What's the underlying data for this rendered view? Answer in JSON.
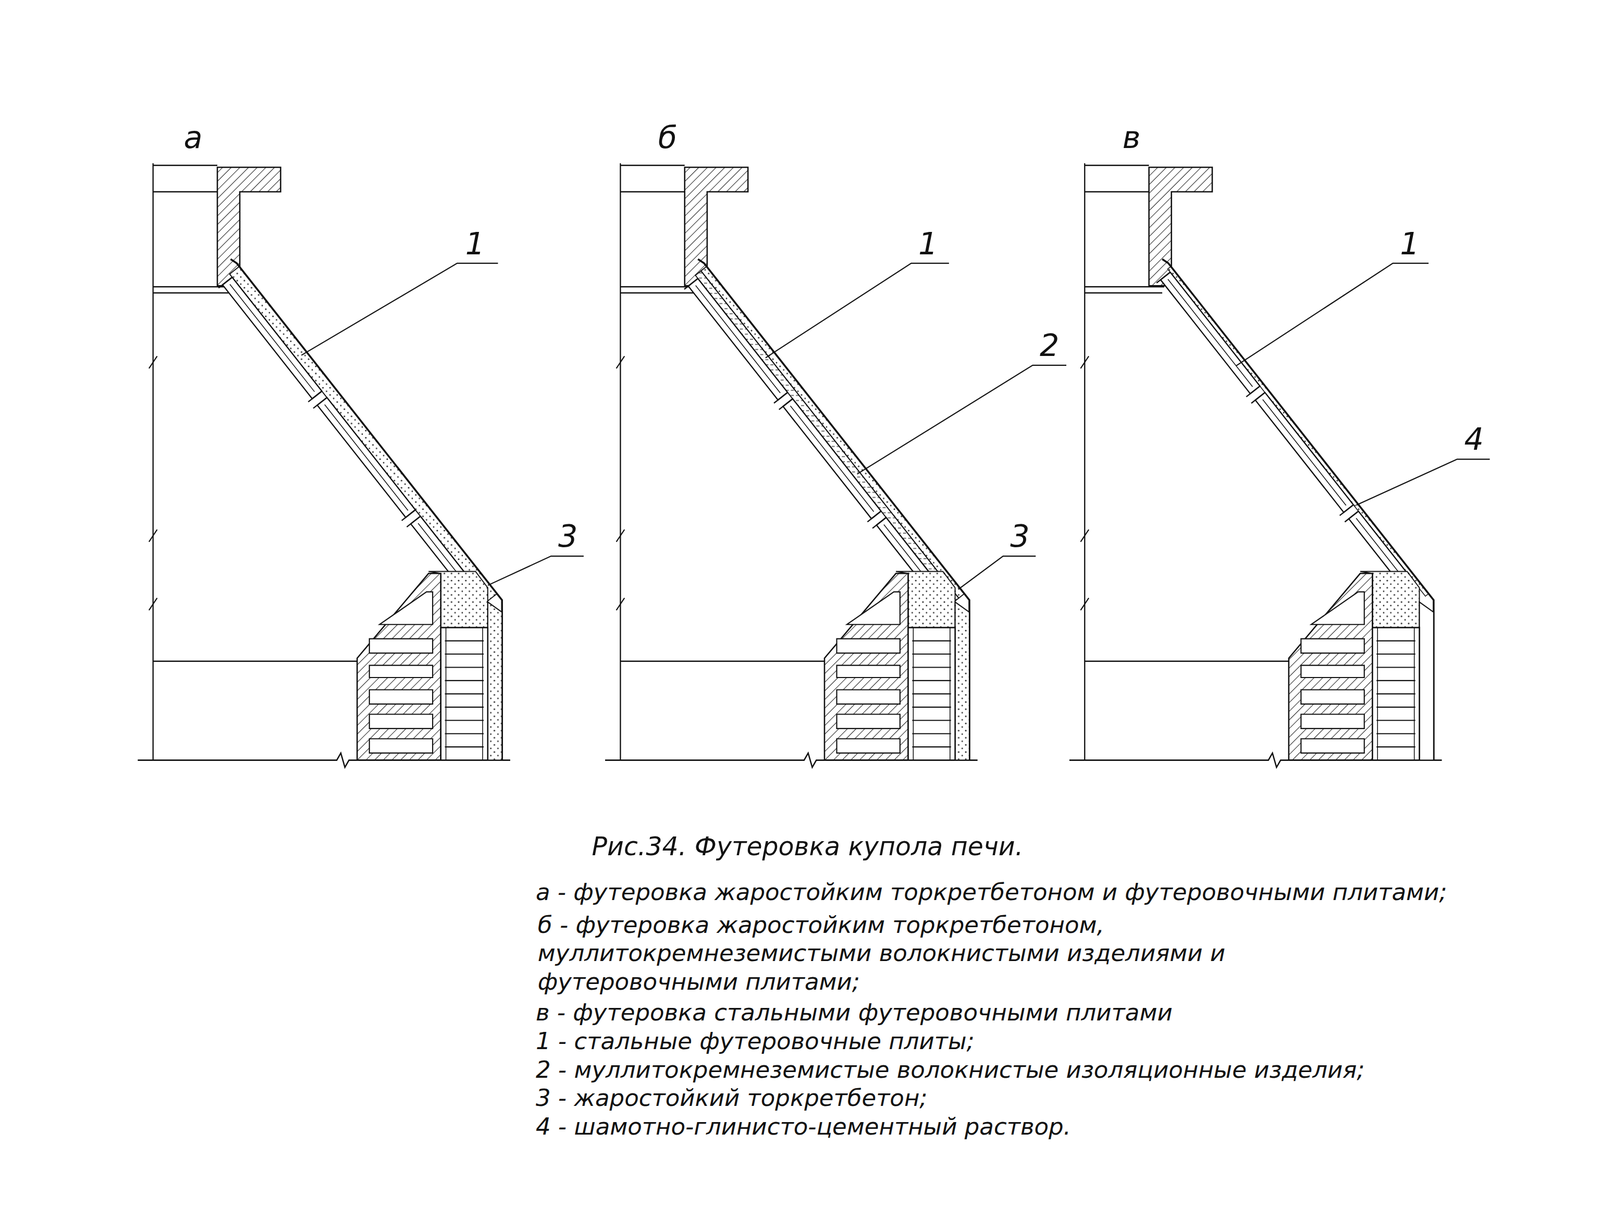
{
  "diagram": {
    "caption": "Рис.34. Футеровка купола печи.",
    "labels": [
      "а",
      "1",
      "3",
      "б",
      "1",
      "2",
      "3",
      "в",
      "1",
      "4",
      "а - футеровка жаростойким торкретбетоном и футеровочными плитами;",
      "б - футеровка жаростойким торкретбетоном, муллитокремнеземистыми волокнистыми изделиями и футеровочными плитами;",
      "в - футеровка стальными футеровочными плитами",
      "1 - стальные футеровочные плиты;",
      "2 - муллитокремнеземистые волокнистые изоляционные изделия;",
      "3 - жаростойкий торкретбетон;",
      "4 - шамотно-глинисто-цементный раствор."
    ]
  }
}
